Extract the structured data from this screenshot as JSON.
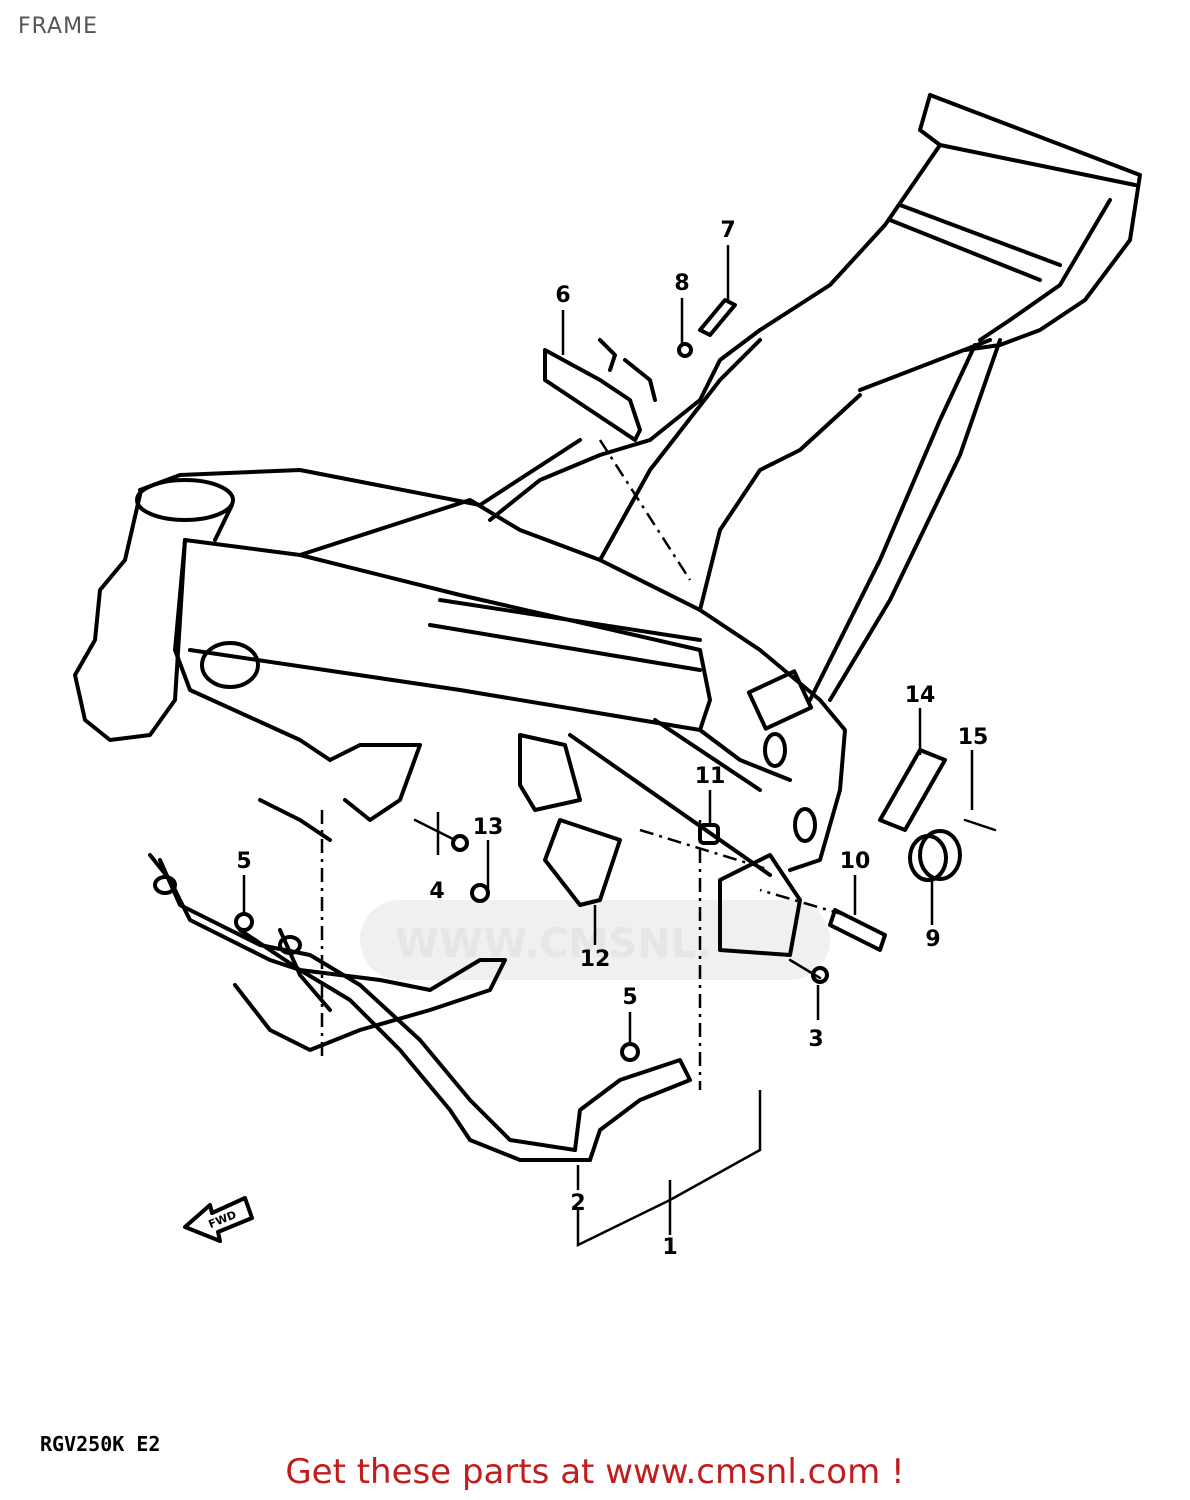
{
  "header": {
    "title": "FRAME"
  },
  "diagram": {
    "watermark": "WWW.CMSNL.",
    "direction_arrow": "FWD",
    "model_code": "RGV250K E2",
    "callouts": [
      {
        "id": "c1",
        "label": "1"
      },
      {
        "id": "c2",
        "label": "2"
      },
      {
        "id": "c3",
        "label": "3"
      },
      {
        "id": "c4",
        "label": "4"
      },
      {
        "id": "c5a",
        "label": "5"
      },
      {
        "id": "c5b",
        "label": "5"
      },
      {
        "id": "c6",
        "label": "6"
      },
      {
        "id": "c7",
        "label": "7"
      },
      {
        "id": "c8",
        "label": "8"
      },
      {
        "id": "c9",
        "label": "9"
      },
      {
        "id": "c10",
        "label": "10"
      },
      {
        "id": "c11",
        "label": "11"
      },
      {
        "id": "c12",
        "label": "12"
      },
      {
        "id": "c13",
        "label": "13"
      },
      {
        "id": "c14",
        "label": "14"
      },
      {
        "id": "c15",
        "label": "15"
      }
    ]
  },
  "footer": {
    "link_text": "Get these parts at www.cmsnl.com !"
  },
  "colors": {
    "link": "#c21c1c",
    "title": "#555555",
    "ink": "#000000",
    "watermark": "#e6e6e6"
  }
}
